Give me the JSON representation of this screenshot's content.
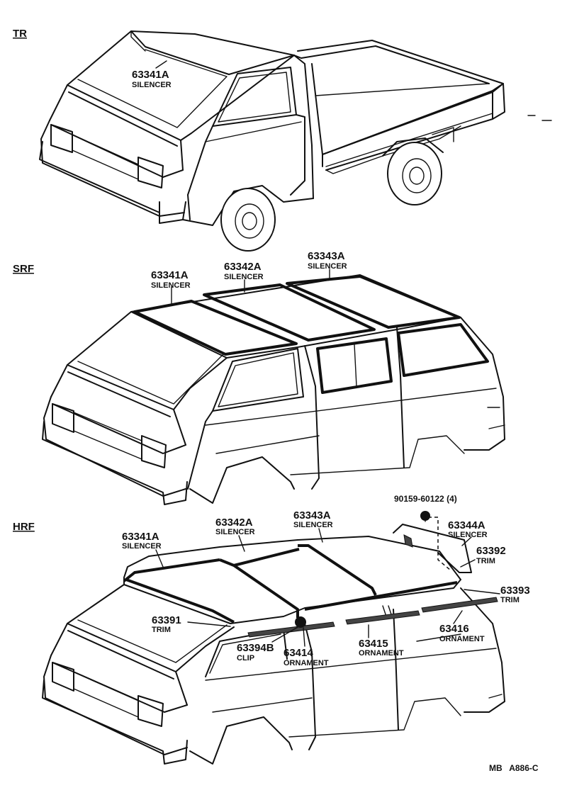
{
  "sections": {
    "tr": "TR",
    "srf": "SRF",
    "hrf": "HRF"
  },
  "tr": {
    "c1": {
      "num": "63341A",
      "name": "SILENCER"
    }
  },
  "srf": {
    "c1": {
      "num": "63341A",
      "name": "SILENCER"
    },
    "c2": {
      "num": "63342A",
      "name": "SILENCER"
    },
    "c3": {
      "num": "63343A",
      "name": "SILENCER"
    }
  },
  "hrf": {
    "bolt": {
      "num": "90159-60122 (4)"
    },
    "c1": {
      "num": "63341A",
      "name": "SILENCER"
    },
    "c2": {
      "num": "63342A",
      "name": "SILENCER"
    },
    "c3": {
      "num": "63343A",
      "name": "SILENCER"
    },
    "c4": {
      "num": "63344A",
      "name": "SILENCER"
    },
    "c5": {
      "num": "63392",
      "name": "TRIM"
    },
    "c6": {
      "num": "63393",
      "name": "TRIM"
    },
    "c7": {
      "num": "63391",
      "name": "TRIM"
    },
    "c8": {
      "num": "63394B",
      "name": "CLIP"
    },
    "c9": {
      "num": "63414",
      "name": "ORNAMENT"
    },
    "c10": {
      "num": "63415",
      "name": "ORNAMENT"
    },
    "c11": {
      "num": "63416",
      "name": "ORNAMENT"
    }
  },
  "footer": {
    "ref": "MB   A886-C"
  }
}
